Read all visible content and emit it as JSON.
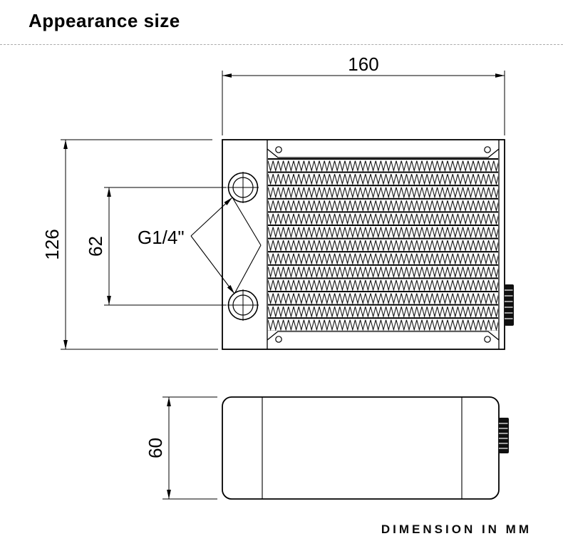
{
  "page": {
    "title": "Appearance size",
    "footer": "DIMENSION IN MM"
  },
  "diagram": {
    "dimensions": {
      "width": "160",
      "height": "126",
      "port_spacing": "62",
      "depth": "60",
      "thread": "G1/4\""
    }
  }
}
